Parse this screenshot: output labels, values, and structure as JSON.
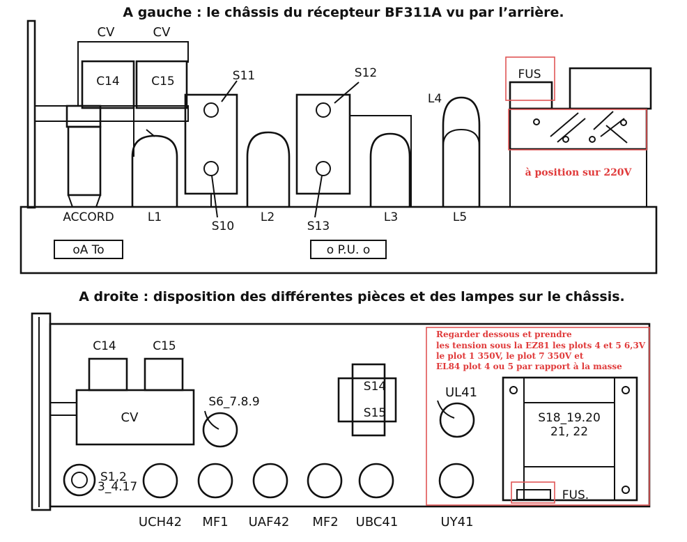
{
  "captions": {
    "top": "A gauche : le châssis du récepteur BF311A vu par l’arrière.",
    "bottom": "A droite : disposition des différentes pièces et des lampes sur le châssis."
  },
  "top_labels": {
    "cv_left": "CV",
    "cv_right": "CV",
    "c14": "C14",
    "c15": "C15",
    "s11": "S11",
    "s12": "S12",
    "l4": "L4",
    "fus": "FUS",
    "accord": "ACCORD",
    "l1": "L1",
    "s10": "S10",
    "l2": "L2",
    "s13": "S13",
    "l3": "L3",
    "l5": "L5",
    "at": "oA  To",
    "pu": "o P.U. o"
  },
  "bottom_labels": {
    "c14": "C14",
    "c15": "C15",
    "cv": "CV",
    "s6789": "S6_7.8.9",
    "s14": "S14",
    "s15": "S15",
    "ul41": "UL41",
    "s12_line1": "S1,2",
    "s12_line2": "3_4.17",
    "s1820": "S18_19.20",
    "s2122": "21, 22",
    "fus": "FUS.",
    "uch42": "UCH42",
    "mf1": "MF1",
    "uaf42": "UAF42",
    "mf2": "MF2",
    "ubc41": "UBC41",
    "uy41": "UY41"
  },
  "annotations": {
    "voltage_position": "à position sur 220V",
    "measure_lines": [
      "Regarder dessous et prendre",
      "les tension sous la EZ81 les plots 4 et 5 6,3V",
      "le plot 1 350V, le plot 7 350V et",
      "EL84 plot 4 ou 5 par rapport à la masse"
    ]
  },
  "colors": {
    "ink": "#111111",
    "annotation_red": "#e03a3a",
    "box_red": "#e05555"
  }
}
